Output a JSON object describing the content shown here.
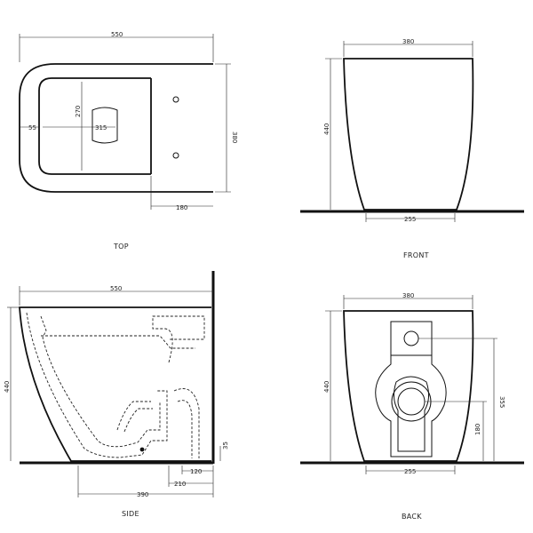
{
  "views": {
    "top": {
      "label": "TOP",
      "dims": {
        "width": "550",
        "depth": "380",
        "inner": "270",
        "bowl": "315",
        "offset": "55",
        "rear": "180"
      }
    },
    "front": {
      "label": "FRONT",
      "dims": {
        "width": "380",
        "height": "440",
        "base": "255"
      }
    },
    "side": {
      "label": "SIDE",
      "dims": {
        "width": "550",
        "height": "440",
        "outlet": "390",
        "d210": "210",
        "d120": "120",
        "d35": "35"
      }
    },
    "back": {
      "label": "BACK",
      "dims": {
        "width": "380",
        "height": "440",
        "base": "255",
        "inlet": "355",
        "outlet": "180"
      }
    }
  }
}
